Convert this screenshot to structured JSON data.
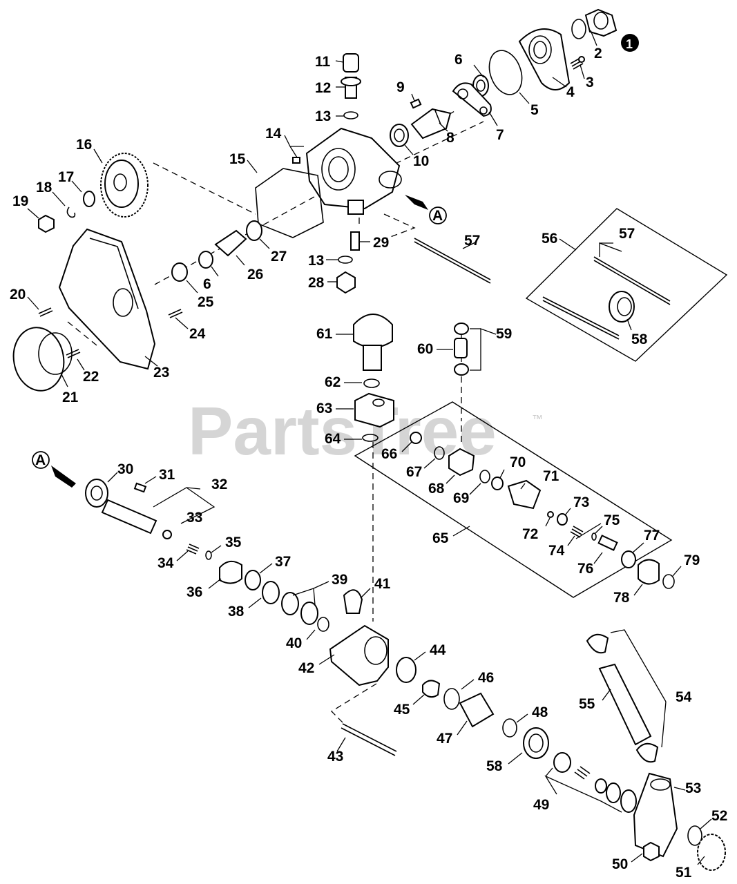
{
  "diagram": {
    "watermark": "PartsTree",
    "trademark": "™",
    "badge": "1",
    "ref_marker": "A",
    "callouts": {
      "c1": "1",
      "c2": "2",
      "c3": "3",
      "c4": "4",
      "c5": "5",
      "c6": "6",
      "c7": "7",
      "c8": "8",
      "c9": "9",
      "c10": "10",
      "c11": "11",
      "c12": "12",
      "c13": "13",
      "c14": "14",
      "c15": "15",
      "c16": "16",
      "c17": "17",
      "c18": "18",
      "c19": "19",
      "c20": "20",
      "c21": "21",
      "c22": "22",
      "c23": "23",
      "c24": "24",
      "c25": "25",
      "c26": "26",
      "c27": "27",
      "c28": "28",
      "c29": "29",
      "c30": "30",
      "c31": "31",
      "c32": "32",
      "c33": "33",
      "c34": "34",
      "c35": "35",
      "c36": "36",
      "c37": "37",
      "c38": "38",
      "c39": "39",
      "c40": "40",
      "c41": "41",
      "c42": "42",
      "c43": "43",
      "c44": "44",
      "c45": "45",
      "c46": "46",
      "c47": "47",
      "c48": "48",
      "c49": "49",
      "c50": "50",
      "c51": "51",
      "c52": "52",
      "c53": "53",
      "c54": "54",
      "c55": "55",
      "c56": "56",
      "c57": "57",
      "c58": "58",
      "c59": "59",
      "c60": "60",
      "c61": "61",
      "c62": "62",
      "c63": "63",
      "c64": "64",
      "c65": "65",
      "c66": "66",
      "c67": "67",
      "c68": "68",
      "c69": "69",
      "c70": "70",
      "c71": "71",
      "c72": "72",
      "c73": "73",
      "c74": "74",
      "c75": "75",
      "c76": "76",
      "c77": "77",
      "c78": "78",
      "c79": "79"
    }
  }
}
